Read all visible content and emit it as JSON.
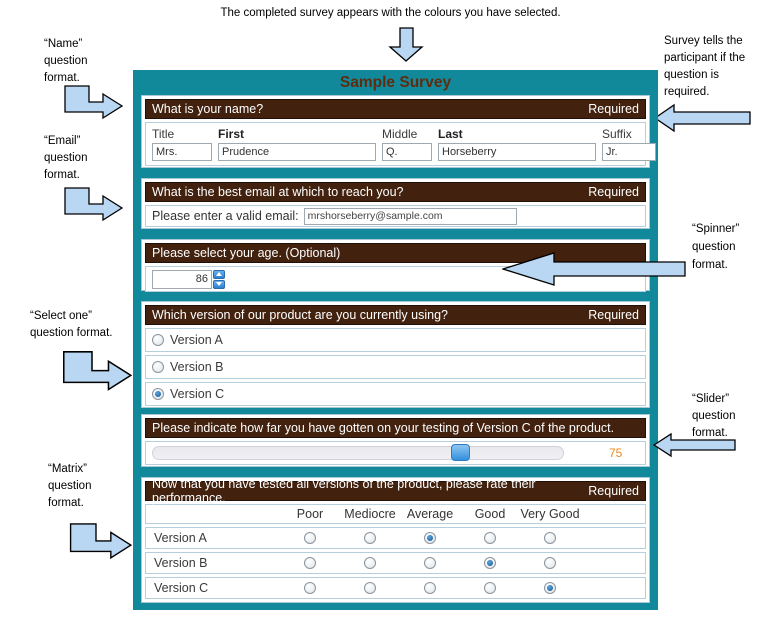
{
  "annotations": {
    "top_caption": "The completed survey appears with the colours you have selected.",
    "left": [
      {
        "lines": [
          "“Name”",
          "question",
          "format."
        ]
      },
      {
        "lines": [
          "“Email”",
          "question",
          "format."
        ]
      },
      {
        "lines": [
          "“Select one”",
          "question format."
        ]
      },
      {
        "lines": [
          "“Matrix”",
          "question",
          "format."
        ]
      }
    ],
    "right": [
      {
        "lines": [
          "Survey tells the",
          "participant if the",
          "question is",
          "required."
        ]
      },
      {
        "lines": [
          "“Spinner”",
          "question",
          "format."
        ]
      },
      {
        "lines": [
          "“Slider”",
          "question",
          "format."
        ]
      }
    ]
  },
  "survey": {
    "title": "Sample Survey",
    "required_label": "Required",
    "name_question": {
      "header": "What is your name?",
      "required": true,
      "fields": [
        {
          "label": "Title",
          "value": "Mrs."
        },
        {
          "label": "First",
          "value": "Prudence"
        },
        {
          "label": "Middle",
          "value": "Q."
        },
        {
          "label": "Last",
          "value": "Horseberry"
        },
        {
          "label": "Suffix",
          "value": "Jr."
        }
      ]
    },
    "email_question": {
      "header": "What is the best email at which to reach you?",
      "required": true,
      "label": "Please enter a valid email:",
      "value": "mrshorseberry@sample.com"
    },
    "spinner_question": {
      "header": "Please select your age. (Optional)",
      "value": "86"
    },
    "select_question": {
      "header": "Which version of our product are you currently using?",
      "required": true,
      "options": [
        {
          "label": "Version A",
          "selected": false
        },
        {
          "label": "Version B",
          "selected": false
        },
        {
          "label": "Version C",
          "selected": true
        }
      ]
    },
    "slider_question": {
      "header": "Please indicate how far you have gotten on your testing of Version C of the product.",
      "value": 75
    },
    "matrix_question": {
      "header": "Now that you have tested all versions of the product, please rate their performance.",
      "required": true,
      "columns": [
        "Poor",
        "Mediocre",
        "Average",
        "Good",
        "Very Good"
      ],
      "rows": [
        {
          "label": "Version A",
          "selected": "Average"
        },
        {
          "label": "Version B",
          "selected": "Good"
        },
        {
          "label": "Version C",
          "selected": "Very Good"
        }
      ]
    },
    "colors": {
      "frame_teal": "#11899b",
      "header_brown": "#42210e",
      "title_brown": "#5f2c0f",
      "slider_value_orange": "#e8891b",
      "callout_blue": "#b9d6f3"
    }
  }
}
